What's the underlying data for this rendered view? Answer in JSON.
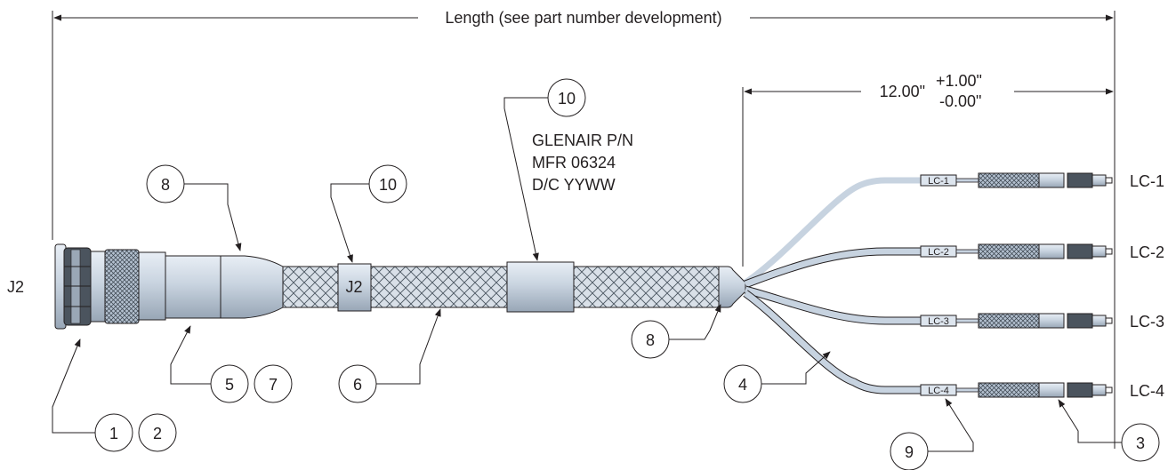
{
  "dimensions": {
    "overall_length": "Length (see part number development)",
    "breakout_length": "12.00\"",
    "tol_plus": "+1.00\"",
    "tol_minus": "-0.00\""
  },
  "connector": {
    "label": "J2"
  },
  "marker_sleeve": {
    "text": "J2"
  },
  "marking_note": [
    "GLENAIR P/N",
    "MFR 06324",
    "D/C YYWW"
  ],
  "legs": [
    {
      "label": "LC-1",
      "tag": "LC-1"
    },
    {
      "label": "LC-2",
      "tag": "LC-2"
    },
    {
      "label": "LC-3",
      "tag": "LC-3"
    },
    {
      "label": "LC-4",
      "tag": "LC-4"
    }
  ],
  "callouts": [
    "1",
    "2",
    "3",
    "4",
    "5",
    "6",
    "7",
    "8",
    "8",
    "9",
    "10",
    "10"
  ],
  "colors": {
    "line": "#231f20",
    "metal": "#c5d2e0",
    "metal_dark": "#8a98aa",
    "braid": "#d6dde6"
  }
}
